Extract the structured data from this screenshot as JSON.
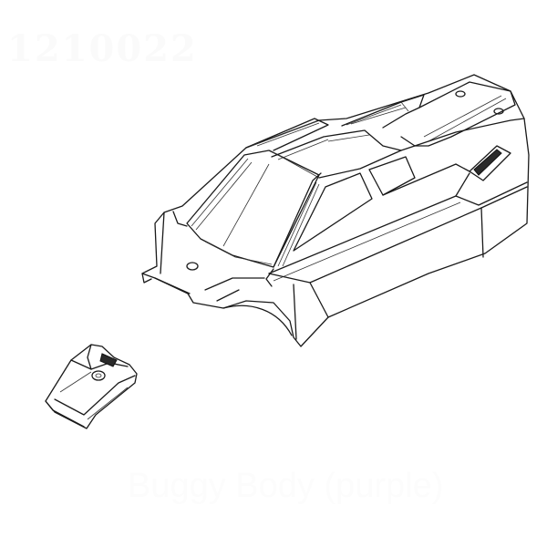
{
  "part_number": "1210022",
  "caption": "Buggy Body (purple)",
  "diagram": {
    "components": [
      {
        "name": "buggy-body",
        "description": "RC buggy body shell line drawing"
      },
      {
        "name": "wing-mount",
        "description": "small wing mount / rear clip piece"
      }
    ],
    "line_color": "#1a1a1a",
    "background": "#ffffff",
    "faint_text_color": "#fafafa"
  }
}
